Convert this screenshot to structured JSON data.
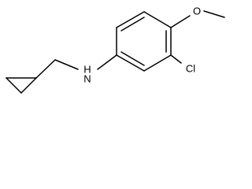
{
  "molecule": {
    "atoms": {
      "nitrogen": "H\nN",
      "chlorine": "Cl",
      "oxygen": "O"
    },
    "nitrogen_h": "H",
    "nitrogen_n": "N",
    "chlorine_label": "Cl",
    "oxygen_label": "O"
  }
}
